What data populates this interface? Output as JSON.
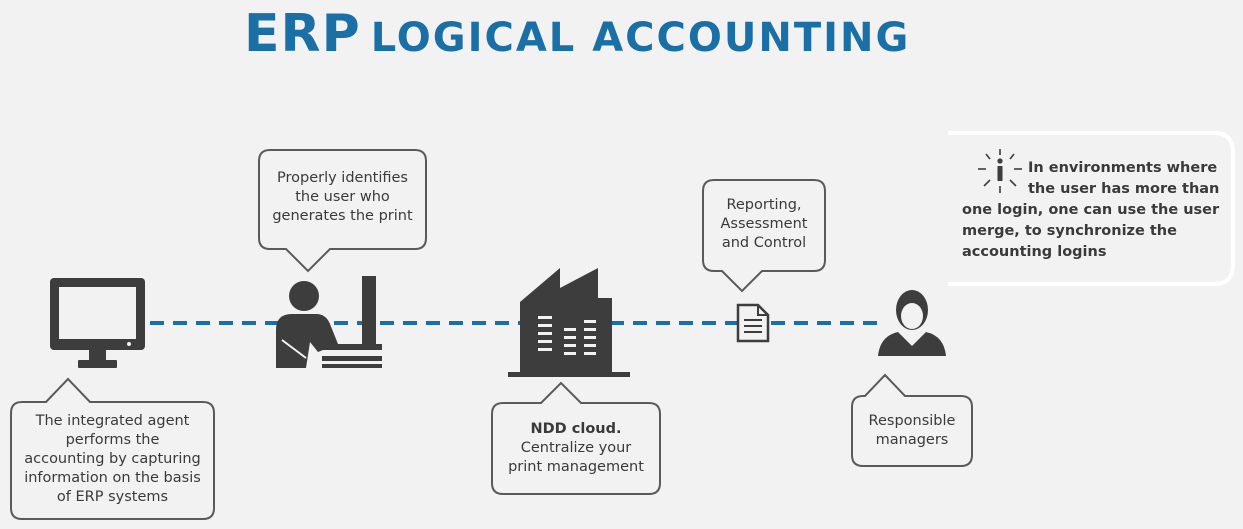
{
  "title": {
    "main": "ERP",
    "rest": "LOGICAL ACCOUNTING"
  },
  "colors": {
    "accent": "#1a6fa6",
    "icon": "#3d3d3d",
    "bubble_border": "#5a5a5a"
  },
  "icons": {
    "computer": "desktop-computer-icon",
    "user": "user-at-workstation-icon",
    "cloud": "factory-building-icon",
    "report": "document-icon",
    "manager": "manager-person-icon",
    "info": "info-icon"
  },
  "bubbles": {
    "agent": [
      "The integrated agent",
      "performs the",
      "accounting by capturing",
      "information on the basis",
      "of ERP systems"
    ],
    "identify": [
      "Properly identifies",
      "the user who",
      "generates the print"
    ],
    "cloud": [
      "NDD cloud.",
      "Centralize your",
      "print management"
    ],
    "report": [
      "Reporting,",
      "Assessment",
      "and Control"
    ],
    "managers": [
      "Responsible",
      "managers"
    ]
  },
  "tip": {
    "line1": "In environments where",
    "rest": "the user has more than one login, one can use the user merge, to synchronize the accounting logins"
  }
}
